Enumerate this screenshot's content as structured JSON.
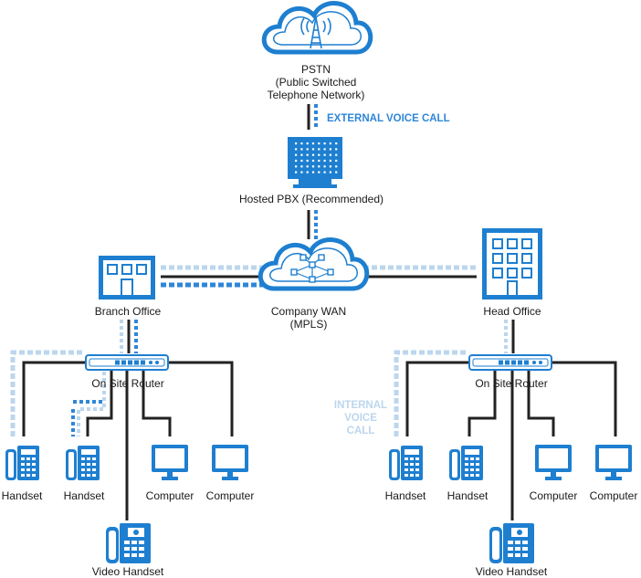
{
  "colors": {
    "blue": "#1e7fd0",
    "dark_line": "#222222",
    "external_dash": "#2f86d8",
    "internal_dash": "#bcd6ee",
    "white": "#ffffff"
  },
  "nodes": {
    "pstn": {
      "line1": "PSTN",
      "line2": "(Public Switched",
      "line3": "Telephone Network)",
      "icon": "cloud-tower-icon"
    },
    "pbx": {
      "label": "Hosted PBX (Recommended)",
      "icon": "server-icon"
    },
    "wan": {
      "line1": "Company WAN",
      "line2": "(MPLS)",
      "icon": "cloud-network-icon"
    },
    "branch_office": {
      "label": "Branch Office",
      "icon": "building-icon"
    },
    "head_office": {
      "label": "Head Office",
      "icon": "building-icon"
    },
    "branch_router": {
      "label": "On Site Router",
      "icon": "router-icon"
    },
    "head_router": {
      "label": "On Site Router",
      "icon": "router-icon"
    }
  },
  "legend": {
    "external": "EXTERNAL VOICE CALL",
    "internal_1": "INTERNAL",
    "internal_2": "VOICE",
    "internal_3": "CALL"
  },
  "branch_devices": {
    "d1": "Handset",
    "d2": "Handset",
    "d3": "Computer",
    "d4": "Computer",
    "d5": "Video Handset"
  },
  "head_devices": {
    "d1": "Handset",
    "d2": "Handset",
    "d3": "Computer",
    "d4": "Computer",
    "d5": "Video Handset"
  }
}
